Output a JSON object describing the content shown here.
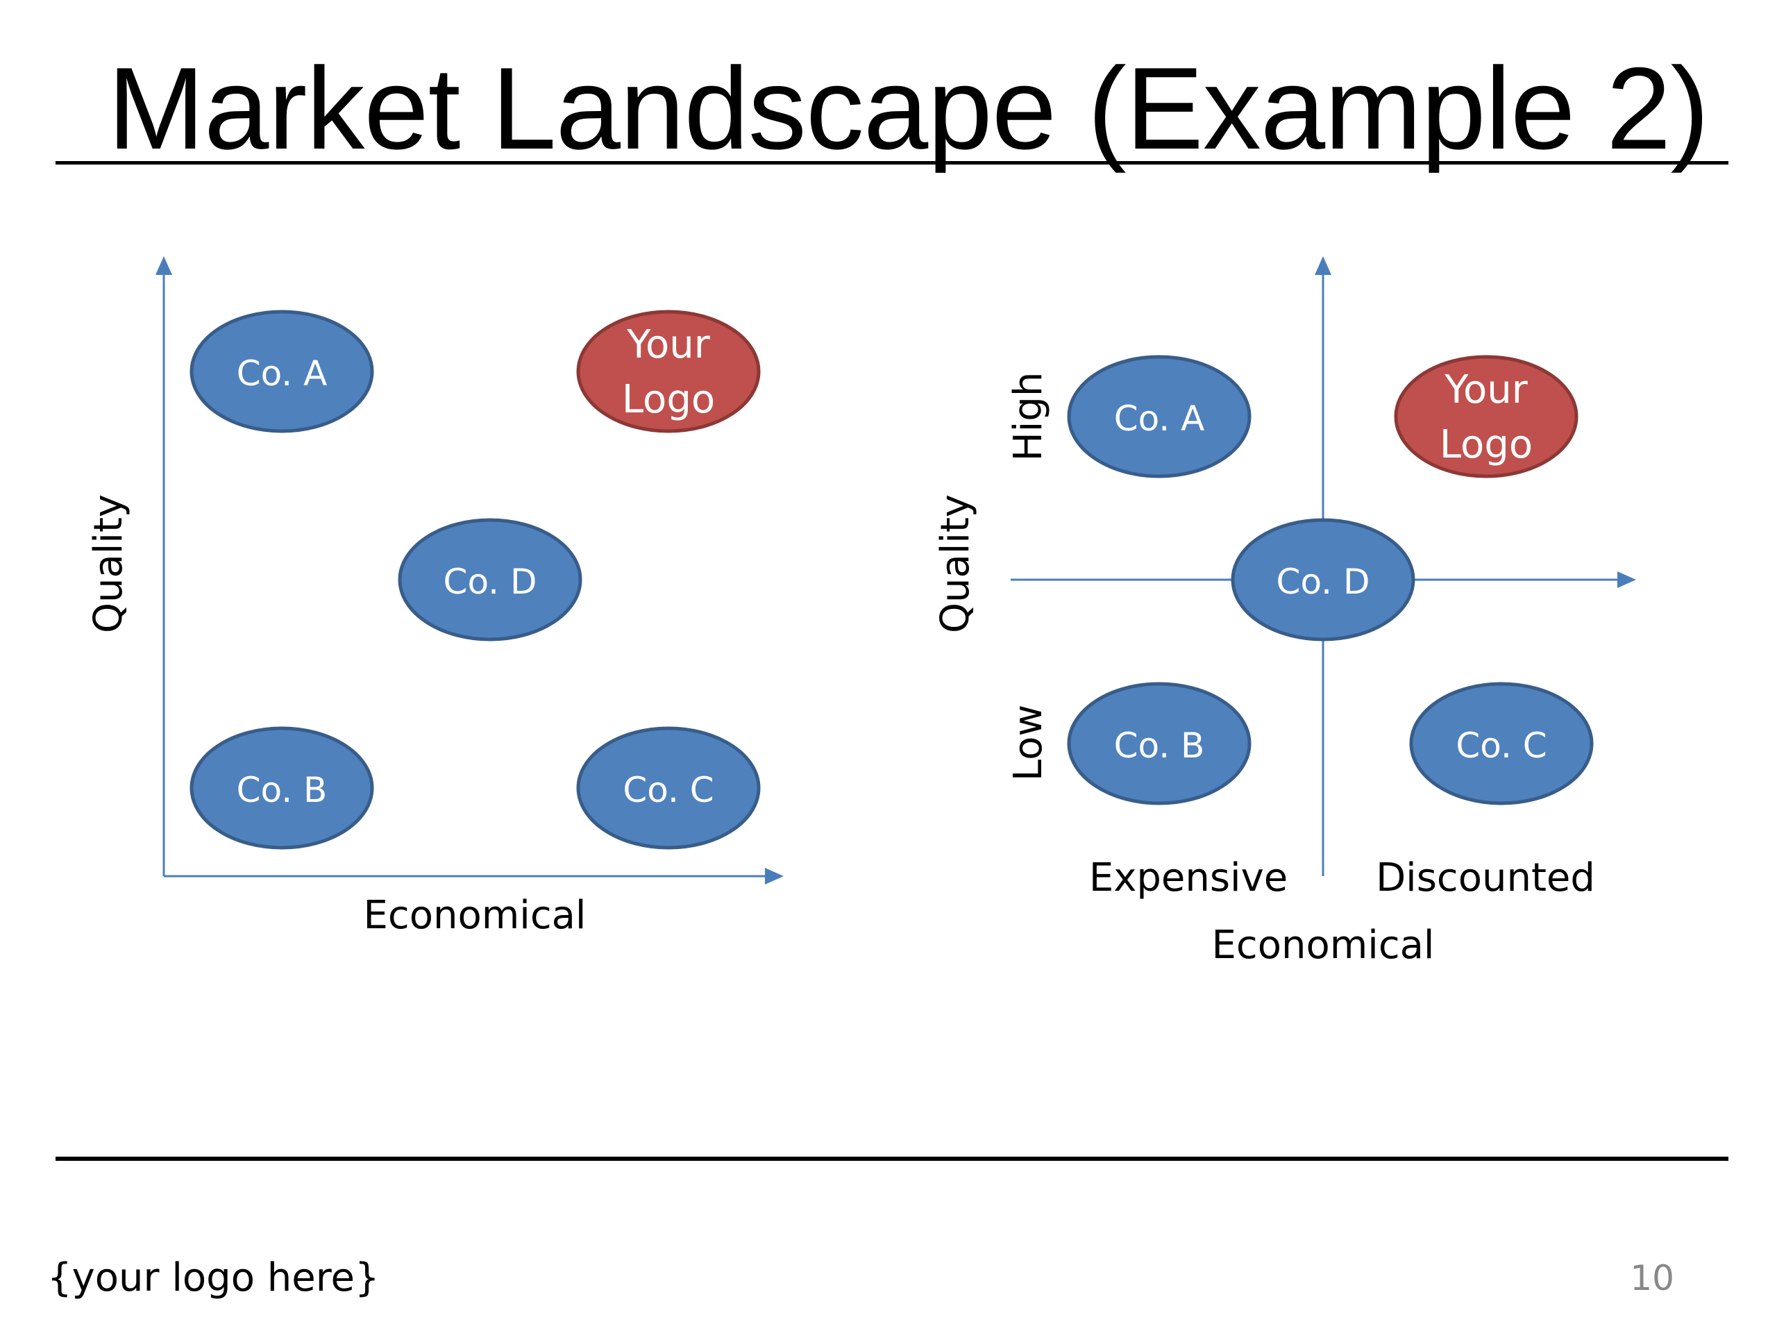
{
  "title": "Market Landscape (Example 2)",
  "footer": {
    "logo_placeholder": "{your logo here}",
    "page_number": "10"
  },
  "colors": {
    "company": "#4f81bd",
    "company_border": "#385d8a",
    "your_logo": "#c0504d",
    "your_logo_border": "#8c3836",
    "axis": "#4a7ebb"
  },
  "diagram_left": {
    "y_axis_label": "Quality",
    "x_axis_label": "Economical",
    "nodes": {
      "co_a": "Co. A",
      "your_logo_line1": "Your",
      "your_logo_line2": "Logo",
      "co_d": "Co. D",
      "co_b": "Co. B",
      "co_c": "Co. C"
    }
  },
  "diagram_right": {
    "y_axis_label": "Quality",
    "y_high_label": "High",
    "y_low_label": "Low",
    "x_axis_label": "Economical",
    "x_left_label": "Expensive",
    "x_right_label": "Discounted",
    "nodes": {
      "co_a": "Co. A",
      "your_logo_line1": "Your",
      "your_logo_line2": "Logo",
      "co_d": "Co. D",
      "co_b": "Co. B",
      "co_c": "Co. C"
    }
  }
}
